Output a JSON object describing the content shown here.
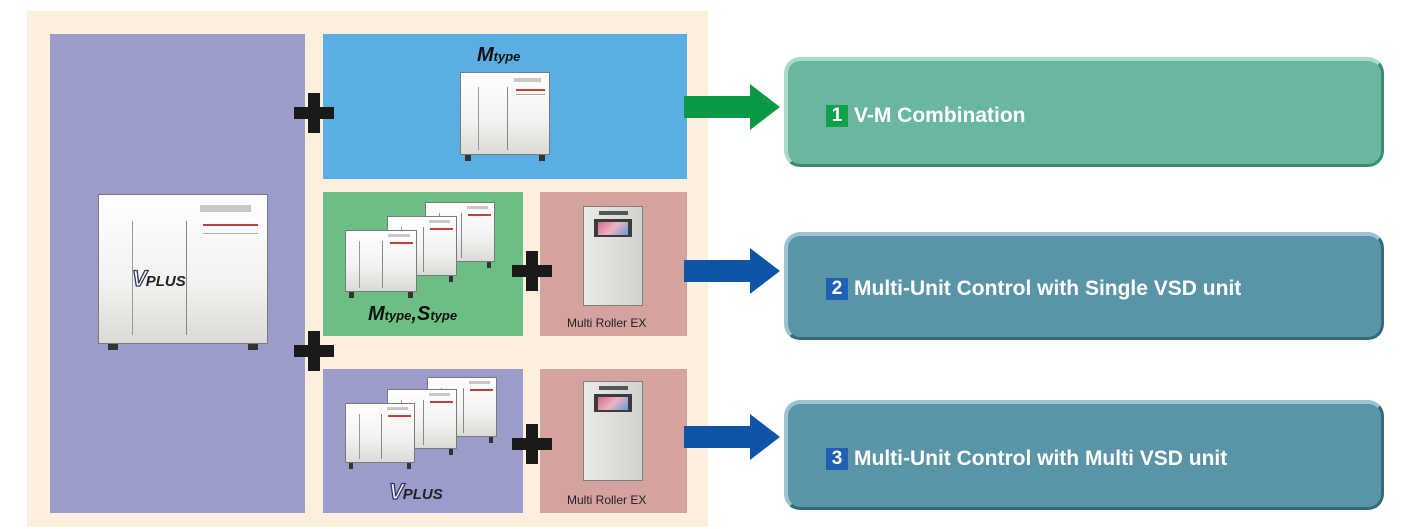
{
  "brand": {
    "vplus_v": "V",
    "vplus_rest": "PLUS"
  },
  "labels": {
    "mtype": {
      "m": "M",
      "sub": "type"
    },
    "ms_type": {
      "m": "M",
      "sub1": "type",
      "sep": ",",
      "s": "S",
      "sub2": "type"
    },
    "multi_roller_1": "Multi Roller EX",
    "multi_roller_2": "Multi Roller EX"
  },
  "results": [
    {
      "number": "1",
      "label": "V-M Combination"
    },
    {
      "number": "2",
      "label": "Multi-Unit Control with Single VSD unit"
    },
    {
      "number": "3",
      "label": "Multi-Unit Control with Multi VSD unit"
    }
  ],
  "colors": {
    "background_panel": "#fcefdd",
    "vplus_box": "#9b9ccc",
    "mtype_box": "#5aaee3",
    "ms_box": "#6bbf85",
    "multi_roller_box": "#d4a3a0",
    "arrow_green": "#0a9a45",
    "arrow_blue": "#0e55a8",
    "result_1": "#6ab7a1",
    "result_2_3": "#5a94a7"
  },
  "icons": [
    "plus-icon",
    "arrow-right-icon",
    "compressor-image",
    "controller-cabinet-image"
  ]
}
